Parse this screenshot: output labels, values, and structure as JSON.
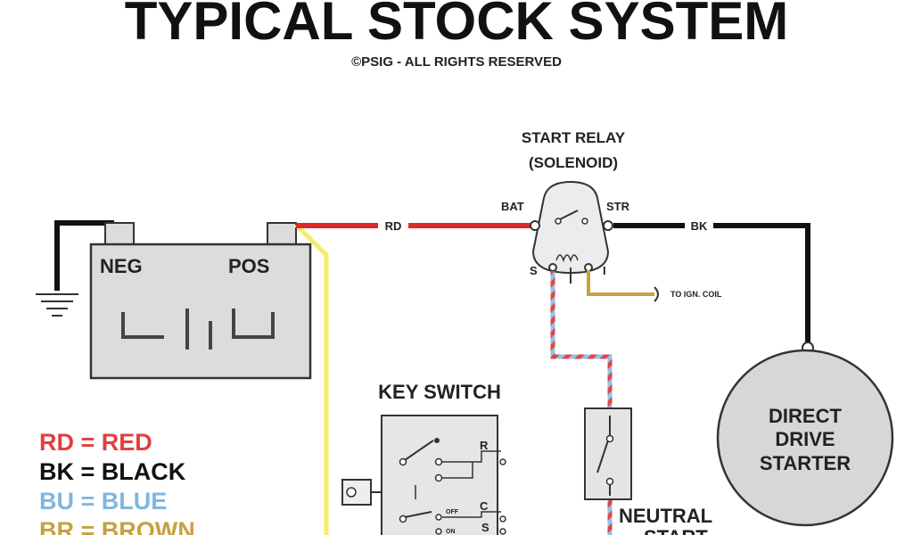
{
  "title": "TYPICAL STOCK SYSTEM",
  "subtitle": "©PSIG - ALL RIGHTS RESERVED",
  "battery": {
    "neg_label": "NEG",
    "pos_label": "POS"
  },
  "relay": {
    "title_line1": "START RELAY",
    "title_line2": "(SOLENOID)",
    "bat": "BAT",
    "str": "STR",
    "s": "S",
    "i": "I"
  },
  "wires": {
    "rd": "RD",
    "bk": "BK",
    "ign_coil": "TO IGN. COIL"
  },
  "key_switch": {
    "title": "KEY SWITCH",
    "r": "R",
    "c": "C",
    "s": "S",
    "off": "OFF",
    "on": "ON"
  },
  "starter": {
    "line1": "DIRECT",
    "line2": "DRIVE",
    "line3": "STARTER"
  },
  "neutral_start": {
    "line1": "NEUTRAL",
    "line2": "START"
  },
  "legend": [
    {
      "text": "RD = RED",
      "color": "#e04040"
    },
    {
      "text": "BK = BLACK",
      "color": "#111111"
    },
    {
      "text": "BU = BLUE",
      "color": "#7fb6e0"
    },
    {
      "text": "BR = BROWN",
      "color": "#c8a040"
    }
  ],
  "colors": {
    "red": "#e02828",
    "black": "#111111",
    "yellow": "#f5ec6a",
    "tan": "#c8a040",
    "blue": "#8fc4ea",
    "battery_fill": "#dcdcdc",
    "starter_fill": "#d7d7d7"
  }
}
